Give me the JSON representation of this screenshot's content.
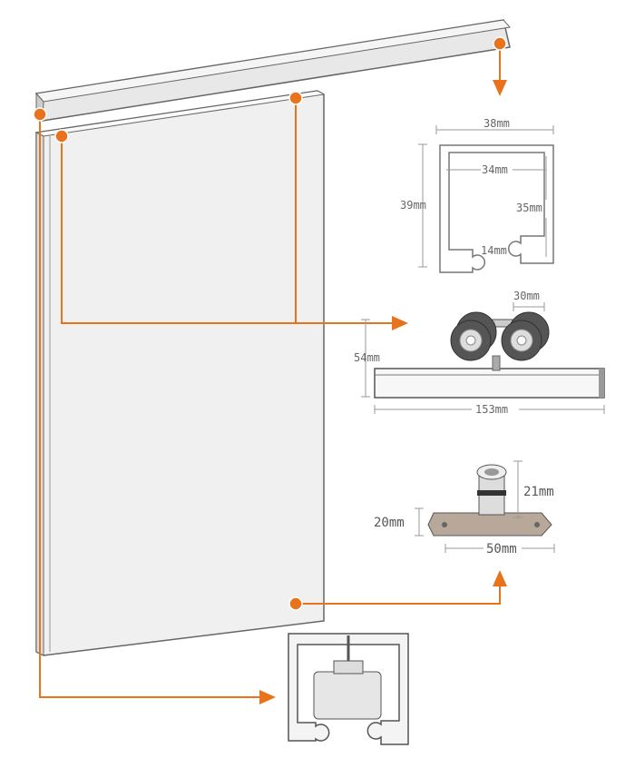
{
  "colors": {
    "accent": "#e8731c",
    "outline": "#555555",
    "dimension": "#888888"
  },
  "track_profile": {
    "width": "38mm",
    "inner_width": "34mm",
    "height": "39mm",
    "inner_height": "35mm",
    "slot": "14mm"
  },
  "roller": {
    "wheel_spacing": "30mm",
    "height": "54mm",
    "length": "153mm"
  },
  "floor_guide": {
    "height": "21mm",
    "plate_height": "20mm",
    "width": "50mm"
  }
}
